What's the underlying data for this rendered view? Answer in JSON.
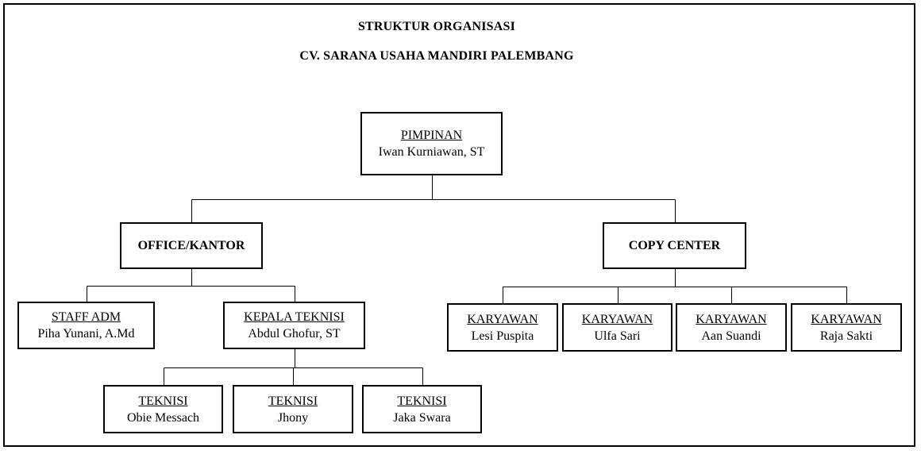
{
  "title": "STRUKTUR ORGANISASI",
  "subtitle": "CV. SARANA USAHA MANDIRI PALEMBANG",
  "nodes": {
    "pimpinan": {
      "role": "PIMPINAN",
      "name": "Iwan Kurniawan, ST"
    },
    "office": {
      "role": "OFFICE/KANTOR"
    },
    "copy": {
      "role": "COPY CENTER"
    },
    "staff": {
      "role": "STAFF ADM",
      "name": "Piha Yunani, A.Md"
    },
    "kepala": {
      "role": "KEPALA TEKNISI",
      "name": "Abdul Ghofur, ST"
    },
    "tek1": {
      "role": "TEKNISI",
      "name": "Obie Messach"
    },
    "tek2": {
      "role": "TEKNISI",
      "name": "Jhony"
    },
    "tek3": {
      "role": "TEKNISI",
      "name": "Jaka Swara"
    },
    "kar1": {
      "role": "KARYAWAN",
      "name": "Lesi Puspita"
    },
    "kar2": {
      "role": "KARYAWAN",
      "name": "Ulfa Sari"
    },
    "kar3": {
      "role": "KARYAWAN",
      "name": "Aan Suandi"
    },
    "kar4": {
      "role": "KARYAWAN",
      "name": "Raja Sakti"
    }
  },
  "edges": [
    [
      "pimpinan",
      "office"
    ],
    [
      "pimpinan",
      "copy"
    ],
    [
      "office",
      "staff"
    ],
    [
      "office",
      "kepala"
    ],
    [
      "kepala",
      "tek1"
    ],
    [
      "kepala",
      "tek2"
    ],
    [
      "kepala",
      "tek3"
    ],
    [
      "copy",
      "kar1"
    ],
    [
      "copy",
      "kar2"
    ],
    [
      "copy",
      "kar3"
    ],
    [
      "copy",
      "kar4"
    ]
  ]
}
